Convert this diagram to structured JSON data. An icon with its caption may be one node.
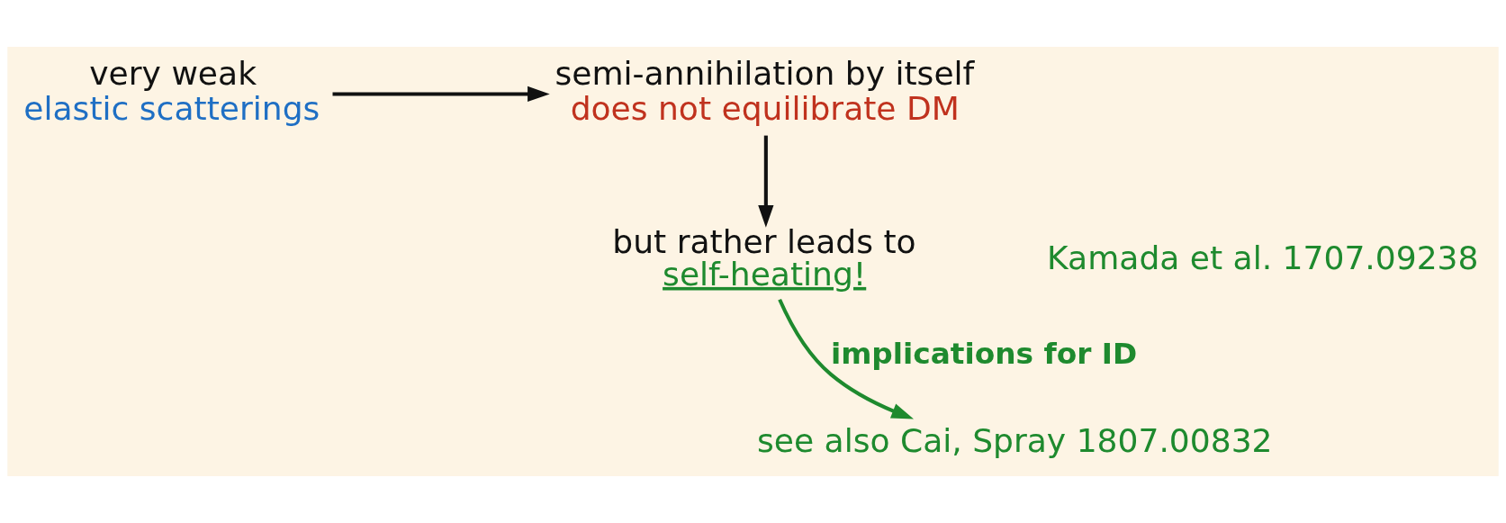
{
  "diagram": {
    "nodes": [
      {
        "text": [
          "very weak",
          "elastic scatterings"
        ]
      },
      {
        "text": [
          "semi-annihilation by itself",
          "does not equilibrate DM"
        ]
      },
      {
        "text": [
          "but rather leads to",
          "self-heating!"
        ]
      },
      {
        "text": [
          "see also Cai, Spray 1807.00832"
        ]
      }
    ],
    "edges": [
      {
        "from": 0,
        "to": 1,
        "arrow": "to"
      },
      {
        "from": 1,
        "to": 2,
        "arrow": "to"
      },
      {
        "from": 2,
        "to": 3,
        "arrow": "to",
        "label": "implications for ID",
        "color": "#1e8a2e"
      }
    ],
    "labels": [
      "Kamada et al. 1707.09238"
    ]
  }
}
